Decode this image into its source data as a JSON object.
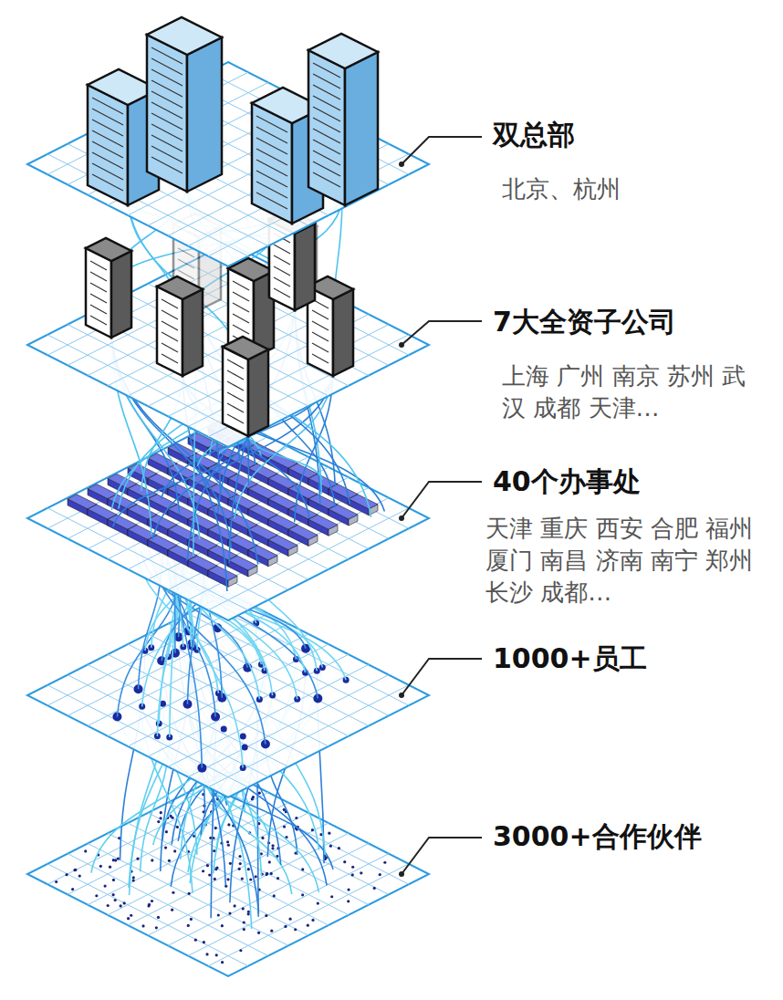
{
  "diagram": {
    "labels": [
      "双总部",
      "北京、杭州",
      "7大全资子公司",
      "上海 广州 南京 苏州 武汉 成都 天津…",
      "40个办事处",
      "天津 重庆 西安 合肥 福州 厦门 南昌 济南 南宁 郑州 长沙 成都…",
      "1000+员工",
      "3000+合作伙伴"
    ]
  }
}
